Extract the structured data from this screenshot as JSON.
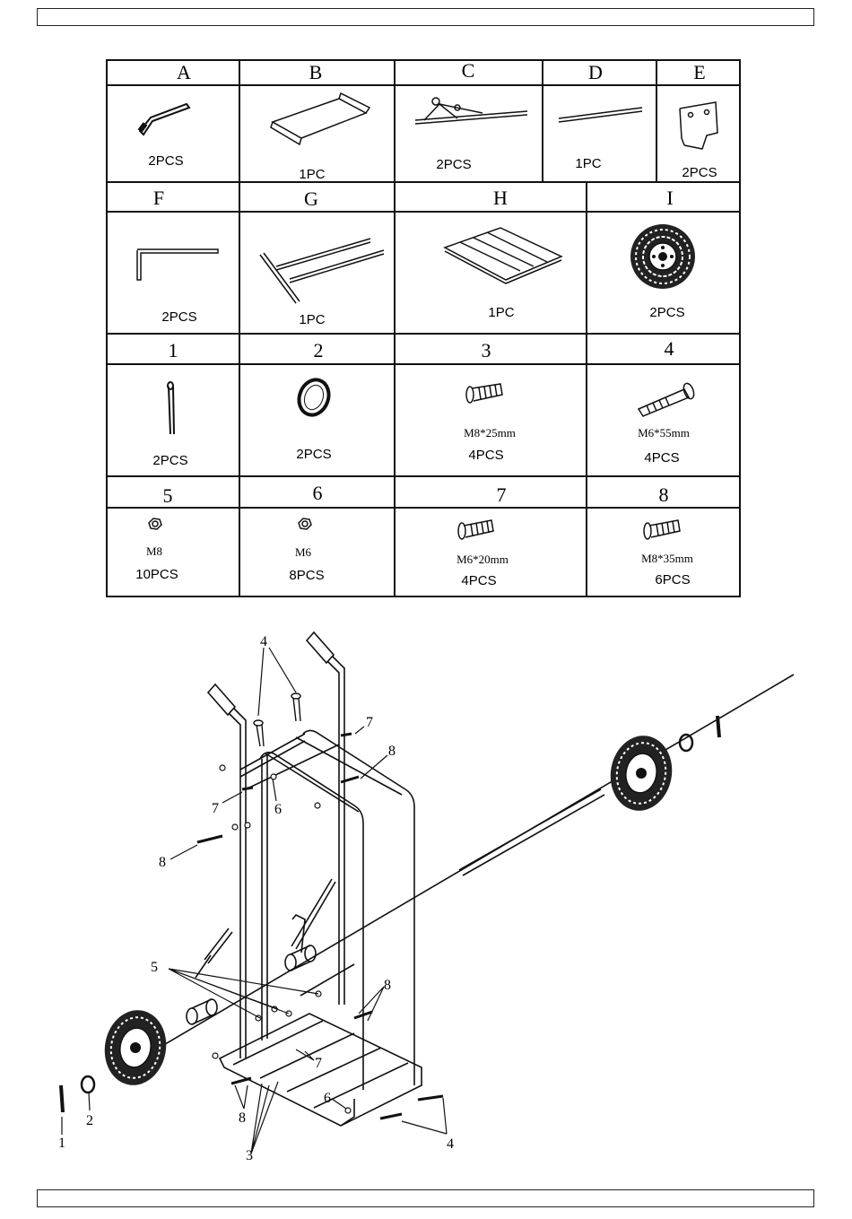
{
  "parts_table": {
    "rows": [
      {
        "cells": [
          {
            "label": "A",
            "qty": "2PCS",
            "spec": ""
          },
          {
            "label": "B",
            "qty": "1PC",
            "spec": ""
          },
          {
            "label": "C",
            "qty": "2PCS",
            "spec": ""
          },
          {
            "label": "D",
            "qty": "1PC",
            "spec": ""
          },
          {
            "label": "E",
            "qty": "2PCS",
            "spec": ""
          }
        ]
      },
      {
        "cells": [
          {
            "label": "F",
            "qty": "2PCS",
            "spec": ""
          },
          {
            "label": "G",
            "qty": "1PC",
            "spec": ""
          },
          {
            "label": "H",
            "qty": "1PC",
            "spec": ""
          },
          {
            "label": "I",
            "qty": "2PCS",
            "spec": ""
          }
        ]
      },
      {
        "cells": [
          {
            "label": "1",
            "qty": "2PCS",
            "spec": ""
          },
          {
            "label": "2",
            "qty": "2PCS",
            "spec": ""
          },
          {
            "label": "3",
            "qty": "4PCS",
            "spec": "M8*25mm"
          },
          {
            "label": "4",
            "qty": "4PCS",
            "spec": "M6*55mm"
          }
        ]
      },
      {
        "cells": [
          {
            "label": "5",
            "qty": "10PCS",
            "spec": "M8"
          },
          {
            "label": "6",
            "qty": "8PCS",
            "spec": "M6"
          },
          {
            "label": "7",
            "qty": "4PCS",
            "spec": "M6*20mm"
          },
          {
            "label": "8",
            "qty": "6PCS",
            "spec": "M8*35mm"
          }
        ]
      }
    ]
  },
  "diagram": {
    "callouts": [
      "4",
      "7",
      "8",
      "7",
      "6",
      "8",
      "5",
      "8",
      "7",
      "6",
      "8",
      "3",
      "4",
      "2",
      "1"
    ]
  }
}
